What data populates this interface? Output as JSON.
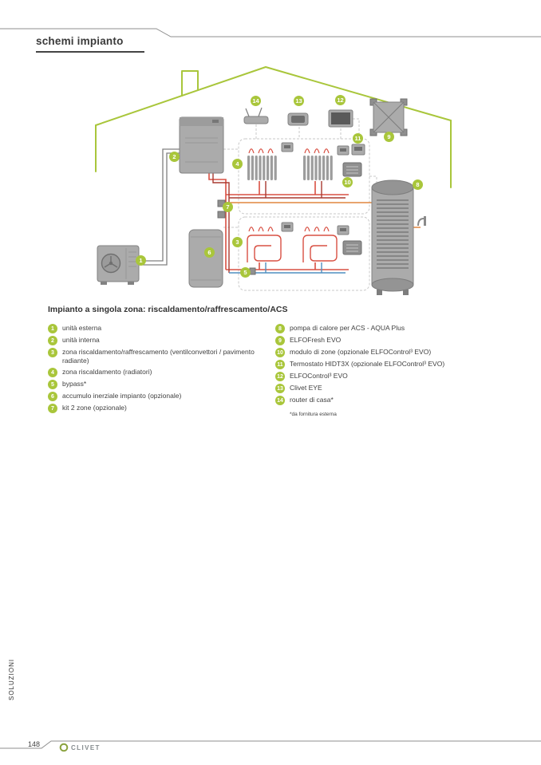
{
  "colors": {
    "accent_green": "#a9c63b",
    "pipe_red": "#d85043",
    "pipe_blue": "#4f8fc0",
    "pipe_orange": "#e0853e"
  },
  "page": {
    "section_title": "schemi impianto",
    "sidebar_vertical_label": "SOLUZIONI",
    "page_number": "148",
    "brand": "CLIVET"
  },
  "diagram": {
    "title": "Impianto a singola zona: riscaldamento/raffrescamento/ACS",
    "badges": {
      "1": "1",
      "2": "2",
      "3": "3",
      "4": "4",
      "5": "5",
      "6": "6",
      "7": "7",
      "8": "8",
      "9": "9",
      "10": "10",
      "11": "11",
      "12": "12",
      "13": "13",
      "14": "14"
    }
  },
  "legend": {
    "left": [
      {
        "num": "1",
        "text": "unità esterna"
      },
      {
        "num": "2",
        "text": "unità interna"
      },
      {
        "num": "3",
        "text": "zona riscaldamento/raffrescamento (ventilconvettori / pavimento radiante)"
      },
      {
        "num": "4",
        "text": "zona riscaldamento (radiatori)"
      },
      {
        "num": "5",
        "text": "bypass*"
      },
      {
        "num": "6",
        "text": "accumulo inerziale impianto (opzionale)"
      },
      {
        "num": "7",
        "text": "kit 2 zone (opzionale)"
      }
    ],
    "right": [
      {
        "num": "8",
        "text": "pompa di calore per ACS - AQUA Plus"
      },
      {
        "num": "9",
        "text": "ELFOFresh EVO"
      },
      {
        "num": "10",
        "text": "modulo di zone (opzionale ELFOControl³ EVO)"
      },
      {
        "num": "11",
        "text": "Termostato HIDT3X (opzionale ELFOControl³ EVO)"
      },
      {
        "num": "12",
        "text": "ELFOControl³ EVO"
      },
      {
        "num": "13",
        "text": "Clivet EYE"
      },
      {
        "num": "14",
        "text": "router di casa*"
      }
    ],
    "footnote": "*da fornitura esterna"
  }
}
